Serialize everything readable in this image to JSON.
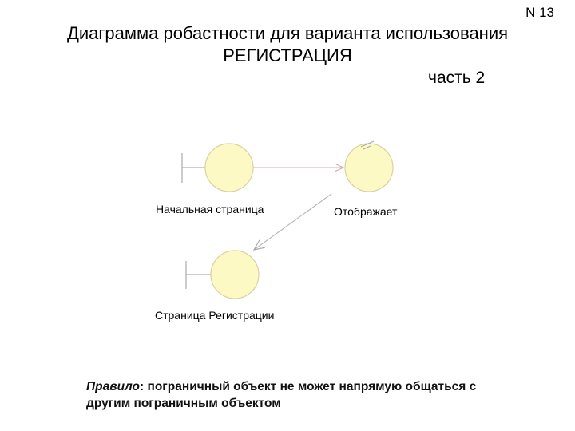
{
  "slide": {
    "number": "N 13",
    "title_line1": "Диаграмма робастности для варианта использования",
    "title_line2": "РЕГИСТРАЦИЯ",
    "part": "часть 2"
  },
  "diagram": {
    "nodes": [
      {
        "id": "start-page",
        "type": "boundary",
        "label": "Начальная страница"
      },
      {
        "id": "displays",
        "type": "control",
        "label": "Отображает"
      },
      {
        "id": "registration-page",
        "type": "boundary",
        "label": "Страница Регистрации"
      }
    ],
    "edges": [
      {
        "from": "start-page",
        "to": "displays"
      },
      {
        "from": "displays",
        "to": "registration-page"
      }
    ],
    "colors": {
      "node_fill": "#fcf9c4",
      "node_stroke": "#d9d2a0",
      "boundary_bar": "#b0b0b0",
      "edge_1": "#e7b8c0",
      "edge_2": "#b8b8b8"
    }
  },
  "rule": {
    "label": "Правило",
    "text": ": пограничный объект не может напрямую общаться с другим пограничным объектом"
  }
}
